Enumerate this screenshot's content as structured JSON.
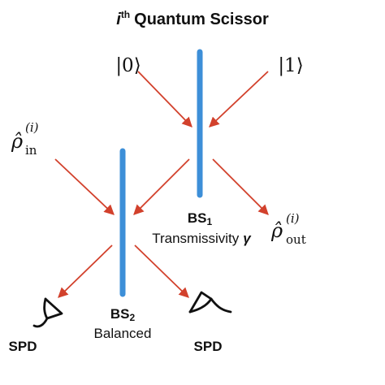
{
  "title": {
    "prefix": "i",
    "sup": "th",
    "rest": "Quantum Scissor"
  },
  "kets": {
    "left": "|0⟩",
    "right": "|1⟩"
  },
  "rho_in": {
    "base": "ρ̂",
    "sup": "(i)",
    "sub": "in"
  },
  "rho_out": {
    "base": "ρ̂",
    "sup": "(i)",
    "sub": "out"
  },
  "bs1": {
    "name": "BS",
    "index": "1",
    "desc": "Transmissivity",
    "param": "γ"
  },
  "bs2": {
    "name": "BS",
    "index": "2",
    "desc": "Balanced"
  },
  "detectors": {
    "left": "SPD",
    "right": "SPD"
  },
  "colors": {
    "splitter": "#3d8fd8",
    "beam": "#d2412c",
    "text": "#111111",
    "detector": "#111111"
  }
}
